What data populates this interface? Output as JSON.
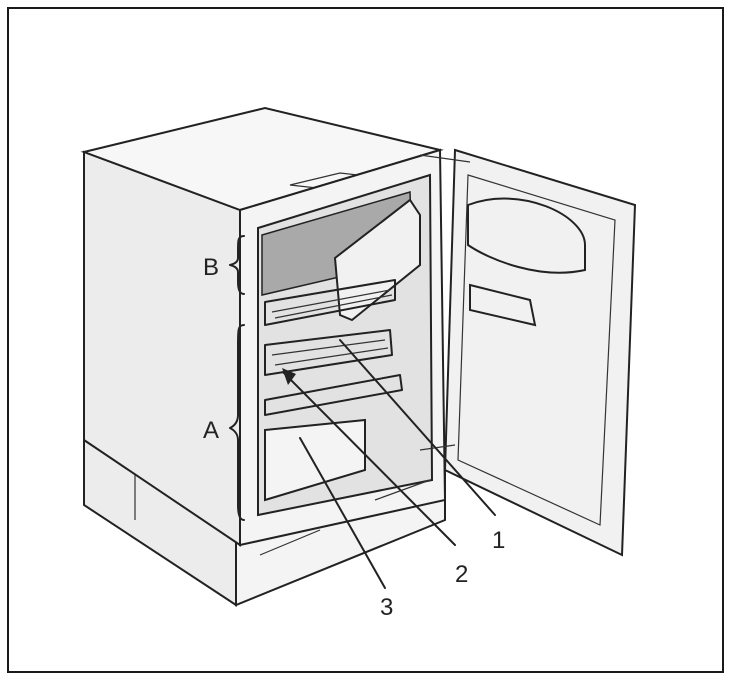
{
  "labels": {
    "zone_b": "B",
    "zone_a": "A",
    "callout_1": "1",
    "callout_2": "2",
    "callout_3": "3"
  }
}
